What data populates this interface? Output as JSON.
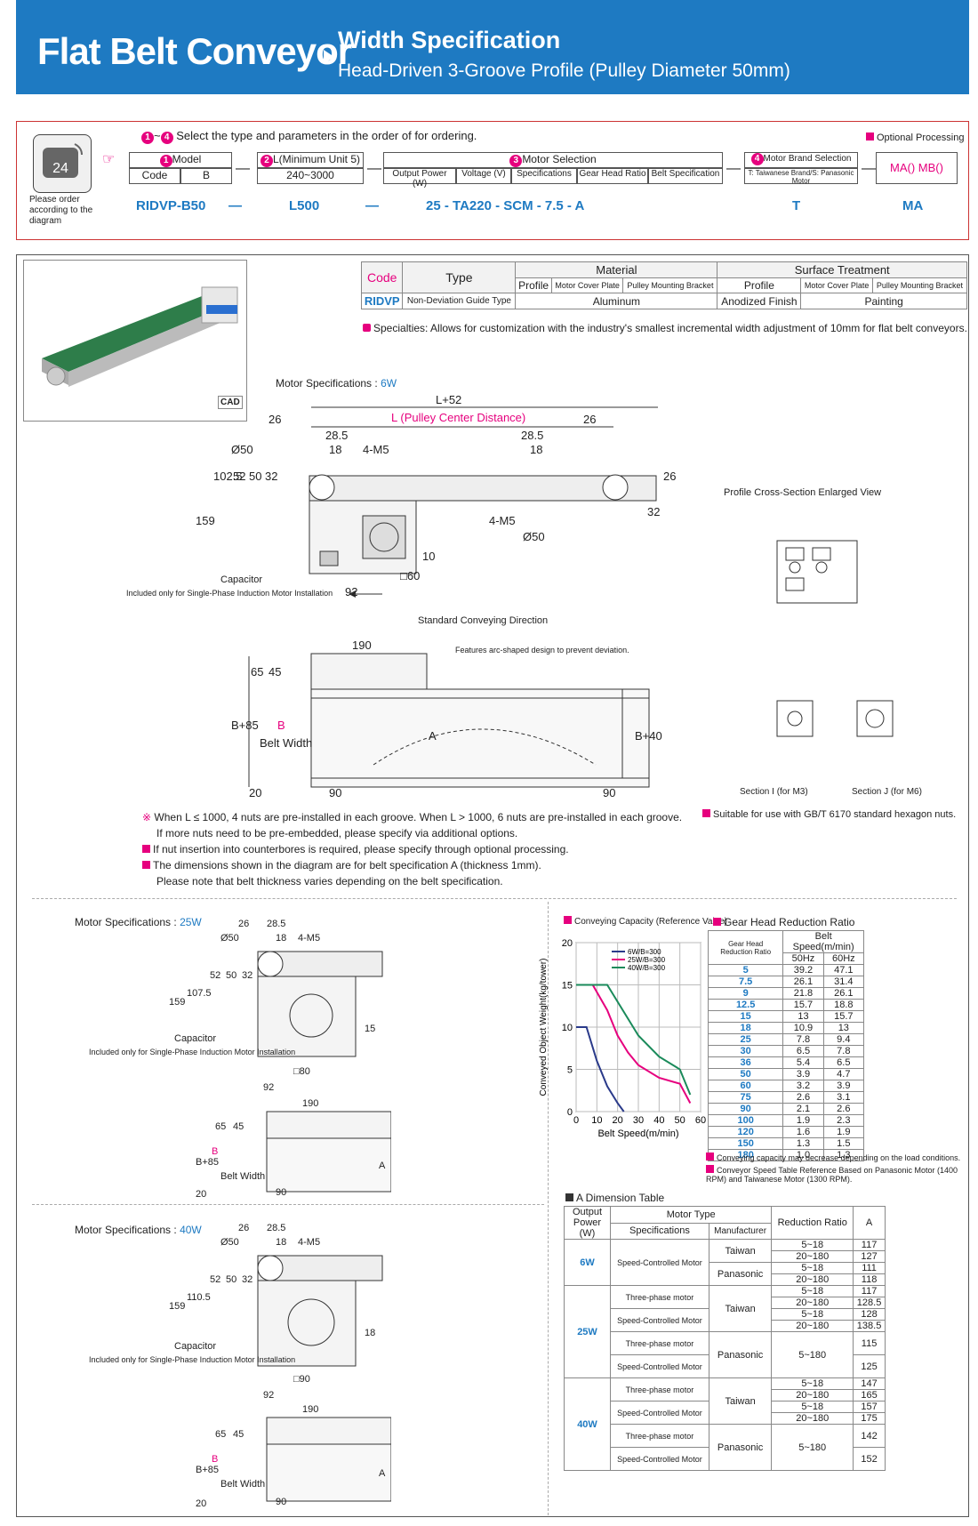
{
  "header": {
    "title": "Flat Belt Conveyor",
    "subtitle1": "Width Specification",
    "subtitle2": "Head-Driven 3-Groove Profile (Pulley Diameter 50mm)"
  },
  "order": {
    "instruction": "Select the type and parameters in the order of for ordering.",
    "please_order": "Please order according to the diagram",
    "model_label": "Model",
    "code_label": "Code",
    "code_value": "B",
    "l_label": "L(Minimum Unit 5)",
    "l_range": "240~3000",
    "motor_label": "Motor Selection",
    "motor_cols": [
      "Output Power (W)",
      "Voltage (V)",
      "Specifications",
      "Gear Head Ratio",
      "Belt Specification"
    ],
    "brand_label": "Motor Brand Selection",
    "brand_desc": "T: Taiwanese Brand/S: Panasonic Motor",
    "optional_label": "Optional Processing",
    "optional_value": "MA() MB()",
    "example": {
      "model": "RIDVP-B50",
      "l": "L500",
      "motor": "25 - TA220 - SCM - 7.5 - A",
      "brand": "T",
      "opt": "MA"
    }
  },
  "spec_table": {
    "headers": {
      "code": "Code",
      "type": "Type",
      "material": "Material",
      "surface": "Surface Treatment",
      "profile": "Profile",
      "cover": "Motor Cover Plate",
      "bracket": "Pulley Mounting Bracket"
    },
    "row": {
      "code": "RIDVP",
      "type": "Non-Deviation Guide Type",
      "material": "Aluminum",
      "surf_profile": "Anodized Finish",
      "surf_other": "Painting"
    },
    "specialties": "Specialties: Allows for customization with the industry's smallest incremental width adjustment of 10mm for flat belt conveyors."
  },
  "cad_label": "CAD",
  "motor6w": {
    "title": "Motor Specifications : ",
    "watt": "6W",
    "dims": [
      "L+52",
      "26",
      "L (Pulley Center Distance)",
      "26",
      "28.5",
      "28.5",
      "18",
      "18",
      "4-M5",
      "4-M5",
      "Ø50",
      "Ø50",
      "102.5",
      "52",
      "50",
      "32",
      "159",
      "10",
      "26",
      "32",
      "92",
      "□60",
      "190",
      "65",
      "45",
      "B+85",
      "Belt Width",
      "B",
      "A",
      "B+40",
      "20",
      "90",
      "90"
    ],
    "capacitor": "Capacitor",
    "capacitor_note": "Included only for Single-Phase Induction Motor Installation",
    "direction": "Standard Conveying Direction",
    "arc_note": "Features arc-shaped design to prevent deviation."
  },
  "profile_view": {
    "title": "Profile Cross-Section Enlarged View",
    "section_i": "Section I (for M3)",
    "section_j": "Section J (for M6)",
    "note": "Suitable for use with GB/T 6170 standard hexagon nuts."
  },
  "notes": [
    "When L ≤ 1000, 4 nuts are pre-installed in each groove. When L > 1000, 6 nuts are pre-installed in each groove.",
    "If more nuts need to be pre-embedded, please specify via additional options.",
    "If nut insertion into counterbores is required, please specify through optional processing.",
    "The dimensions shown in the diagram are for belt specification A (thickness 1mm).",
    "Please note that belt thickness varies depending on the belt specification."
  ],
  "motor25w": {
    "title": "Motor Specifications : ",
    "watt": "25W",
    "dims": [
      "26",
      "28.5",
      "Ø50",
      "18",
      "4-M5",
      "107.5",
      "52",
      "50",
      "32",
      "159",
      "15",
      "□80",
      "92",
      "190",
      "65",
      "45",
      "B+85",
      "Belt Width",
      "B",
      "A",
      "20",
      "90"
    ],
    "capacitor": "Capacitor",
    "capacitor_note": "Included only for Single-Phase Induction Motor Installation"
  },
  "motor40w": {
    "title": "Motor Specifications : ",
    "watt": "40W",
    "dims": [
      "26",
      "28.5",
      "Ø50",
      "18",
      "4-M5",
      "110.5",
      "52",
      "50",
      "32",
      "159",
      "18",
      "□90",
      "92",
      "190",
      "65",
      "45",
      "B+85",
      "Belt Width",
      "B",
      "A",
      "20",
      "90"
    ],
    "capacitor": "Capacitor",
    "capacitor_note": "Included only for Single-Phase Induction Motor Installation"
  },
  "chart_data": {
    "type": "line",
    "title": "Conveying Capacity (Reference Value)",
    "xlabel": "Belt Speed(m/min)",
    "ylabel": "Conveyed Object Weight(kg/tower)",
    "xlim": [
      0,
      60
    ],
    "ylim": [
      0,
      20
    ],
    "xticks": [
      0,
      10,
      20,
      30,
      40,
      50,
      60
    ],
    "yticks": [
      0,
      5,
      10,
      15,
      20
    ],
    "series": [
      {
        "name": "6W/B=300",
        "color": "#2a3a8a",
        "x": [
          0,
          5,
          10,
          15,
          20,
          23
        ],
        "y": [
          10,
          10,
          6,
          3,
          1,
          0
        ]
      },
      {
        "name": "25W/B=300",
        "color": "#e6007e",
        "x": [
          0,
          8,
          15,
          20,
          25,
          30,
          40,
          50,
          55
        ],
        "y": [
          15,
          15,
          12,
          9,
          7,
          5.5,
          4,
          3.3,
          1
        ]
      },
      {
        "name": "40W/B=300",
        "color": "#1a8a5a",
        "x": [
          0,
          10,
          15,
          20,
          25,
          30,
          40,
          50,
          55
        ],
        "y": [
          15,
          15,
          15,
          13,
          11,
          9,
          6.5,
          5,
          2
        ]
      }
    ]
  },
  "ratio_table": {
    "title": "Gear Head Reduction Ratio",
    "h_ratio": "Gear Head Reduction Ratio",
    "h_speed": "Belt Speed(m/min)",
    "h_50": "50Hz",
    "h_60": "60Hz",
    "rows": [
      [
        "5",
        "39.2",
        "47.1"
      ],
      [
        "7.5",
        "26.1",
        "31.4"
      ],
      [
        "9",
        "21.8",
        "26.1"
      ],
      [
        "12.5",
        "15.7",
        "18.8"
      ],
      [
        "15",
        "13",
        "15.7"
      ],
      [
        "18",
        "10.9",
        "13"
      ],
      [
        "25",
        "7.8",
        "9.4"
      ],
      [
        "30",
        "6.5",
        "7.8"
      ],
      [
        "36",
        "5.4",
        "6.5"
      ],
      [
        "50",
        "3.9",
        "4.7"
      ],
      [
        "60",
        "3.2",
        "3.9"
      ],
      [
        "75",
        "2.6",
        "3.1"
      ],
      [
        "90",
        "2.1",
        "2.6"
      ],
      [
        "100",
        "1.9",
        "2.3"
      ],
      [
        "120",
        "1.6",
        "1.9"
      ],
      [
        "150",
        "1.3",
        "1.5"
      ],
      [
        "180",
        "1.0",
        "1.3"
      ]
    ],
    "note1": "Conveying capacity may decrease depending on the load conditions.",
    "note2": "Conveyor Speed Table Reference Based on Panasonic Motor (1400 RPM) and Taiwanese Motor (1300 RPM)."
  },
  "a_table": {
    "title": "A Dimension Table",
    "h_output": "Output Power (W)",
    "h_motor": "Motor Type",
    "h_spec": "Specifications",
    "h_mfr": "Manufacturer",
    "h_ratio": "Reduction Ratio",
    "h_a": "A",
    "w6": "6W",
    "w25": "25W",
    "w40": "40W",
    "speed": "Speed-Controlled Motor",
    "three": "Three-phase motor",
    "taiwan": "Taiwan",
    "panasonic": "Panasonic",
    "r518": "5~18",
    "r20180": "20~180",
    "r5180": "5~180",
    "v6": [
      "117",
      "127",
      "111",
      "118"
    ],
    "v25": [
      "117",
      "128.5",
      "128",
      "138.5",
      "115",
      "125"
    ],
    "v40": [
      "147",
      "165",
      "157",
      "175",
      "142",
      "152"
    ]
  }
}
